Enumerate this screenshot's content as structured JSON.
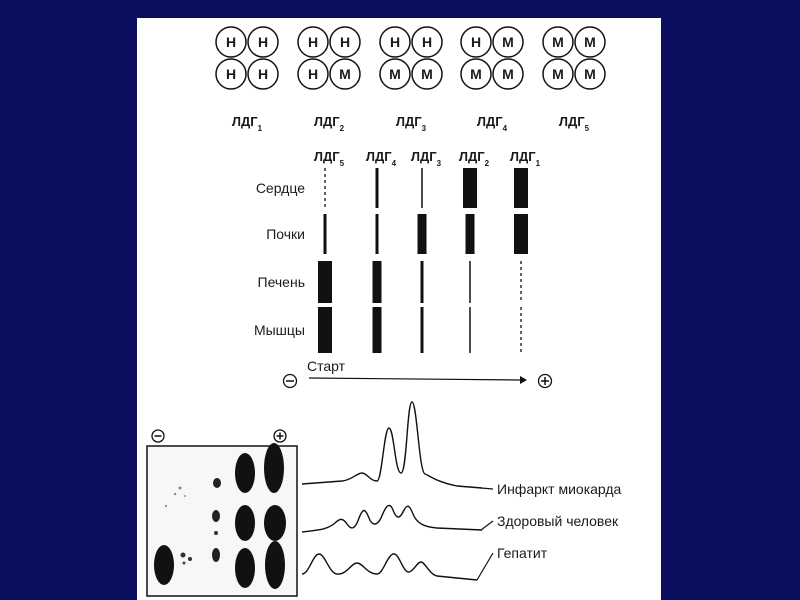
{
  "isoenzymes": [
    {
      "label": "ЛДГ",
      "sub": "1",
      "subunits": [
        "H",
        "H",
        "H",
        "H"
      ]
    },
    {
      "label": "ЛДГ",
      "sub": "2",
      "subunits": [
        "H",
        "H",
        "H",
        "M"
      ]
    },
    {
      "label": "ЛДГ",
      "sub": "3",
      "subunits": [
        "H",
        "H",
        "M",
        "M"
      ]
    },
    {
      "label": "ЛДГ",
      "sub": "4",
      "subunits": [
        "H",
        "M",
        "M",
        "M"
      ]
    },
    {
      "label": "ЛДГ",
      "sub": "5",
      "subunits": [
        "M",
        "M",
        "M",
        "M"
      ]
    }
  ],
  "lane_columns": [
    {
      "label": "ЛДГ",
      "sub": "5"
    },
    {
      "label": "ЛДГ",
      "sub": "4"
    },
    {
      "label": "ЛДГ",
      "sub": "3"
    },
    {
      "label": "ЛДГ",
      "sub": "2"
    },
    {
      "label": "ЛДГ",
      "sub": "1"
    }
  ],
  "tissues": [
    {
      "name": "Сердце",
      "bands": [
        "dashed",
        "thin",
        "hair",
        "thick",
        "thick"
      ]
    },
    {
      "name": "Почки",
      "bands": [
        "thin",
        "thin",
        "medium",
        "medium",
        "thick"
      ]
    },
    {
      "name": "Печень",
      "bands": [
        "thick",
        "medium",
        "thin",
        "hair",
        "dashed"
      ]
    },
    {
      "name": "Мышцы",
      "bands": [
        "thick",
        "medium",
        "thin",
        "hair",
        "dashed"
      ]
    }
  ],
  "electrophoresis": {
    "start_label": "Старт",
    "minus": "−",
    "plus": "+"
  },
  "densitograms": [
    {
      "name": "Инфаркт миокарда"
    },
    {
      "name": "Здоровый человек"
    },
    {
      "name": "Гепатит"
    }
  ]
}
